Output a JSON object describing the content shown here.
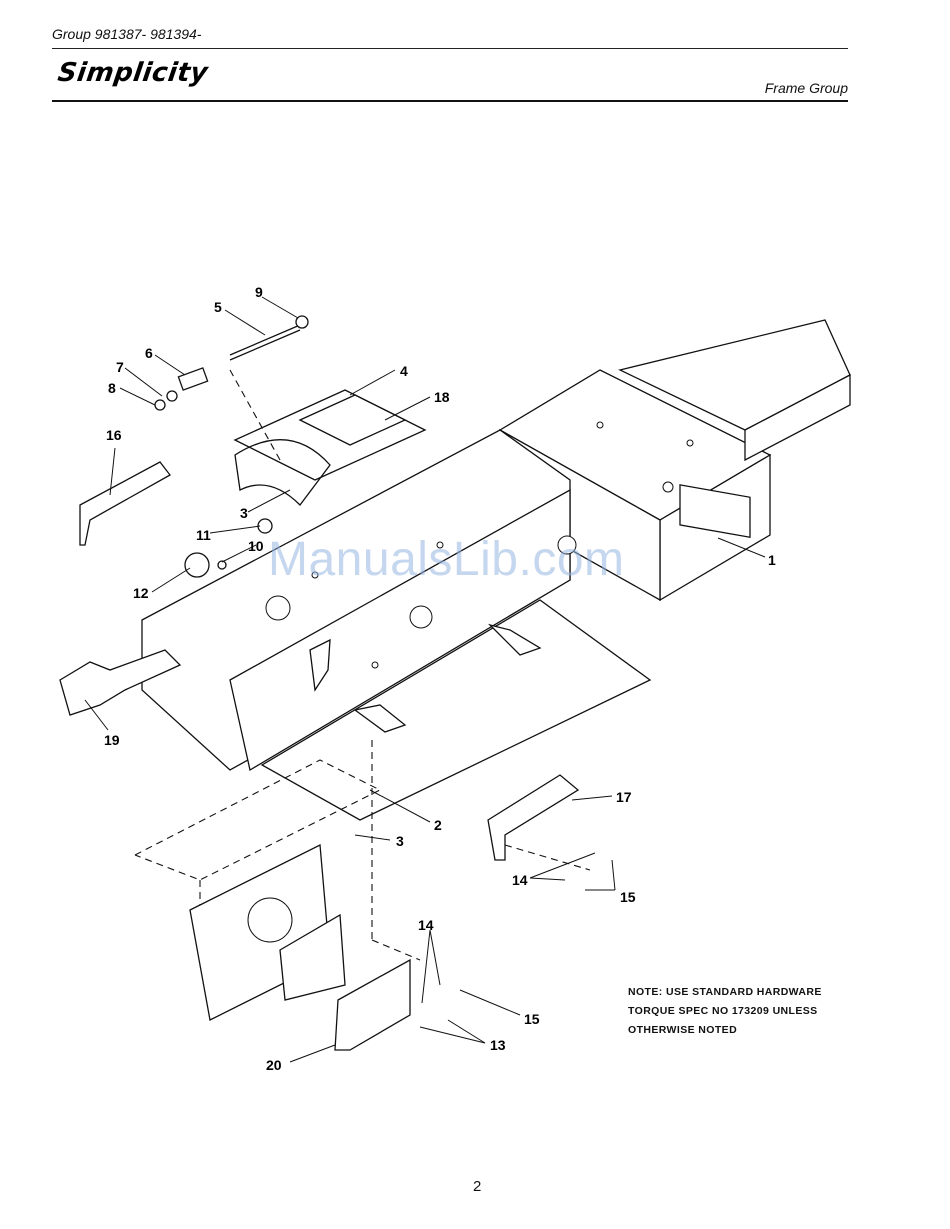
{
  "header": {
    "group": "Group  981387-  981394-",
    "brand": "Simplicity",
    "section": "Frame Group"
  },
  "watermark": "ManualsLib.com",
  "callouts": [
    "1",
    "2",
    "3",
    "3",
    "4",
    "5",
    "6",
    "7",
    "8",
    "9",
    "10",
    "11",
    "12",
    "13",
    "14",
    "14",
    "15",
    "15",
    "16",
    "17",
    "18",
    "19",
    "20"
  ],
  "note": {
    "line1": "NOTE: USE STANDARD HARDWARE",
    "line2": "TORQUE SPEC  NO  173209 UNLESS",
    "line3": "OTHERWISE NOTED"
  },
  "page_number": "2"
}
